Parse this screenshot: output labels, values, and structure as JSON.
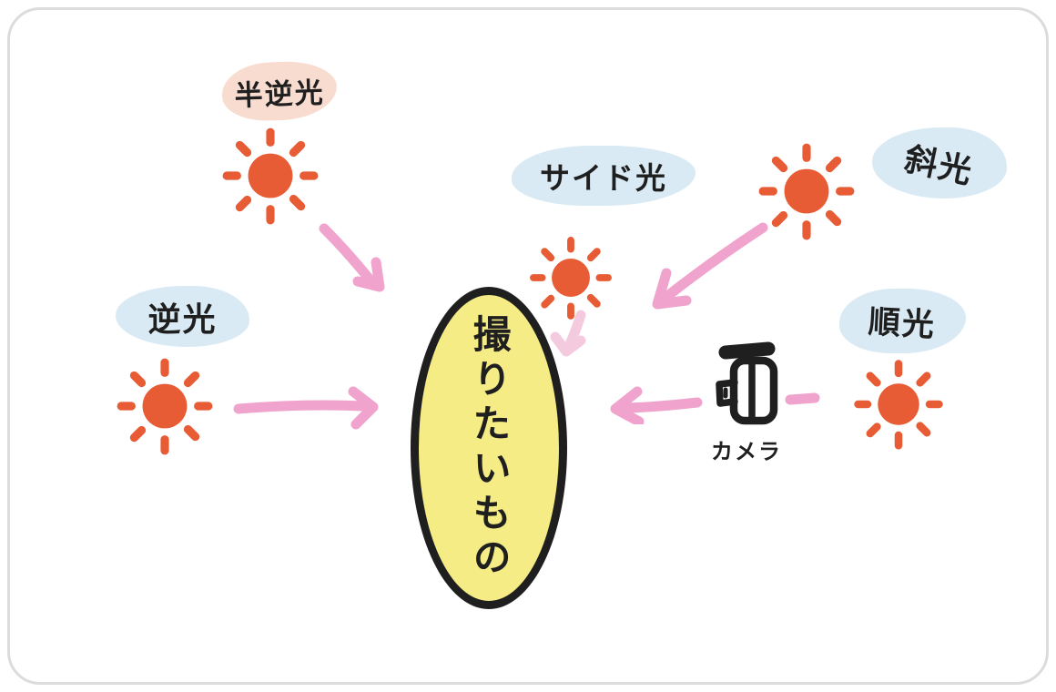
{
  "colors": {
    "sun": "#e75c35",
    "arrow_pink": "#f0a3cc",
    "arrow_pale_pink": "#f4cadf",
    "blob_blue": "#d9eaf4",
    "blob_pink": "#f8dcd0",
    "subject_fill": "#f5ec85",
    "ink": "#1f1f1f",
    "card_border": "#dcdcdc"
  },
  "diagram": {
    "subject": {
      "label": "撮りたいもの"
    },
    "camera": {
      "label": "カメラ"
    },
    "lights": [
      {
        "id": "han-gyakko",
        "label": "半逆光",
        "blob_color": "pink"
      },
      {
        "id": "gyakko",
        "label": "逆光",
        "blob_color": "blue"
      },
      {
        "id": "side",
        "label": "サイド光",
        "blob_color": "blue"
      },
      {
        "id": "shakko",
        "label": "斜光",
        "blob_color": "blue"
      },
      {
        "id": "junko",
        "label": "順光",
        "blob_color": "blue"
      }
    ]
  }
}
